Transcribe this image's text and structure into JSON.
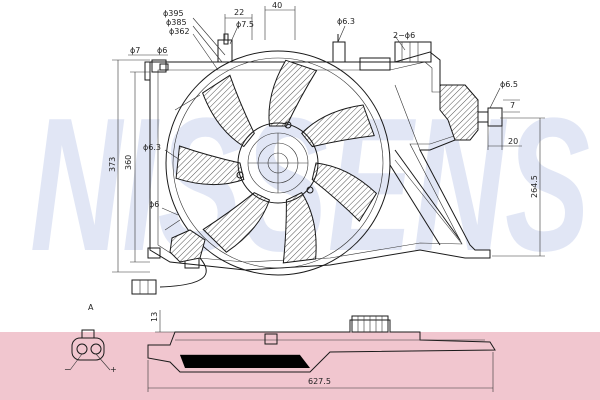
{
  "watermark": {
    "text": "NISSENS",
    "color": "#c9d3ee"
  },
  "bottom_band_color": "#f1c6cf",
  "dimensions": {
    "d395": "ϕ395",
    "d385": "ϕ385",
    "d362": "ϕ362",
    "w22": "22",
    "d7_5": "ϕ7.5",
    "w40": "40",
    "d6_3_top": "ϕ6.3",
    "two_d6": "2−ϕ6",
    "d7": "ϕ7",
    "d6_left": "ϕ6",
    "d6_5": "ϕ6.5",
    "w7": "7",
    "w20": "20",
    "h373": "373",
    "h360": "360",
    "d6_3_mid": "ϕ6.3",
    "d6_low": "ϕ6",
    "h264_5": "264.5",
    "h13": "13",
    "w627_5": "627.5"
  },
  "connector": {
    "label": "A",
    "minus": "−",
    "plus": "+"
  },
  "colors": {
    "line": "#1a1a1a",
    "hatch": "#555555"
  }
}
